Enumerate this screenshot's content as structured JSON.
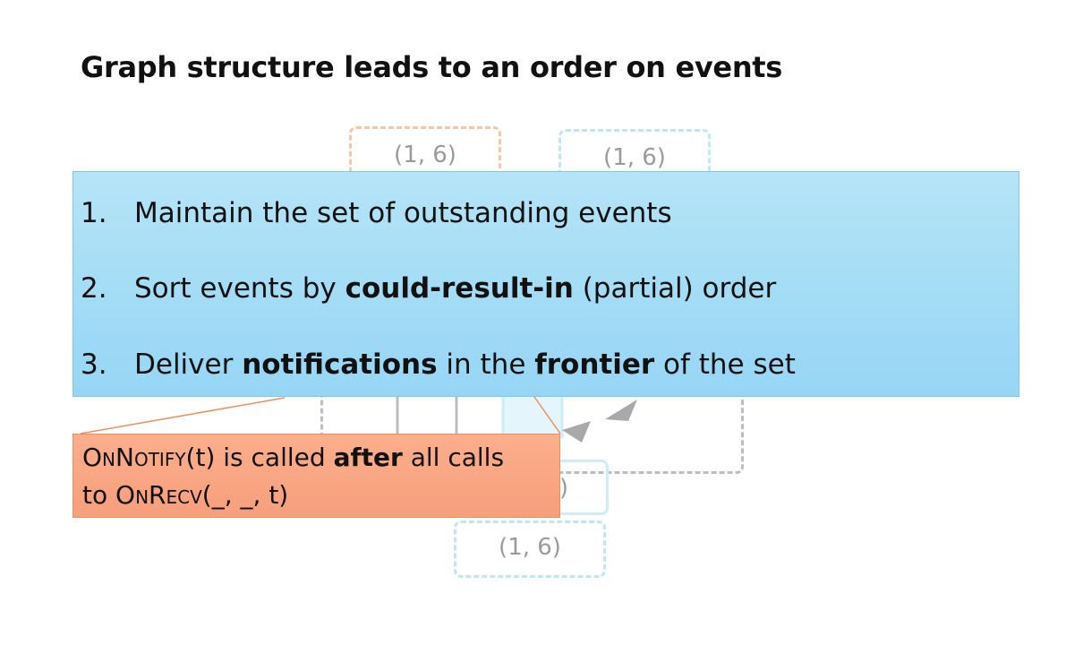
{
  "slide": {
    "title": "Graph structure leads to an order on events"
  },
  "background_labels": {
    "top_left": "(1, 6)",
    "top_right": "(1, 6)",
    "mid": ")",
    "bottom": "(1, 6)"
  },
  "list": {
    "items": [
      {
        "number": "1.",
        "text_before": "Maintain the set of outstanding events",
        "bold": "",
        "text_middle": "",
        "bold2": "",
        "text_after": ""
      },
      {
        "number": "2.",
        "text_before": "Sort events by ",
        "bold": "could-result-in",
        "text_middle": " (partial) order",
        "bold2": "",
        "text_after": ""
      },
      {
        "number": "3.",
        "text_before": "Deliver ",
        "bold": "notifications",
        "text_middle": " in the ",
        "bold2": "frontier",
        "text_after": " of the set"
      }
    ]
  },
  "callout": {
    "onnotify_O": "O",
    "onnotify_N1": "N",
    "onnotify_N2": "N",
    "onnotify_rest": "OTIFY",
    "line1_after": "(t) is called ",
    "line1_bold": "after",
    "line1_end": " all calls",
    "line2_start": "to ",
    "onrecv_O": "O",
    "onrecv_N": "N",
    "onrecv_R": "R",
    "onrecv_rest": "ECV",
    "line2_end": "(_, _, t)"
  },
  "colors": {
    "blue_panel": "#9fdaf6",
    "orange_panel": "#f9a683",
    "dashed_orange": "#f4c8a6",
    "dashed_cyan": "#bfe6f1",
    "dashed_gray": "#bdbdbd"
  }
}
